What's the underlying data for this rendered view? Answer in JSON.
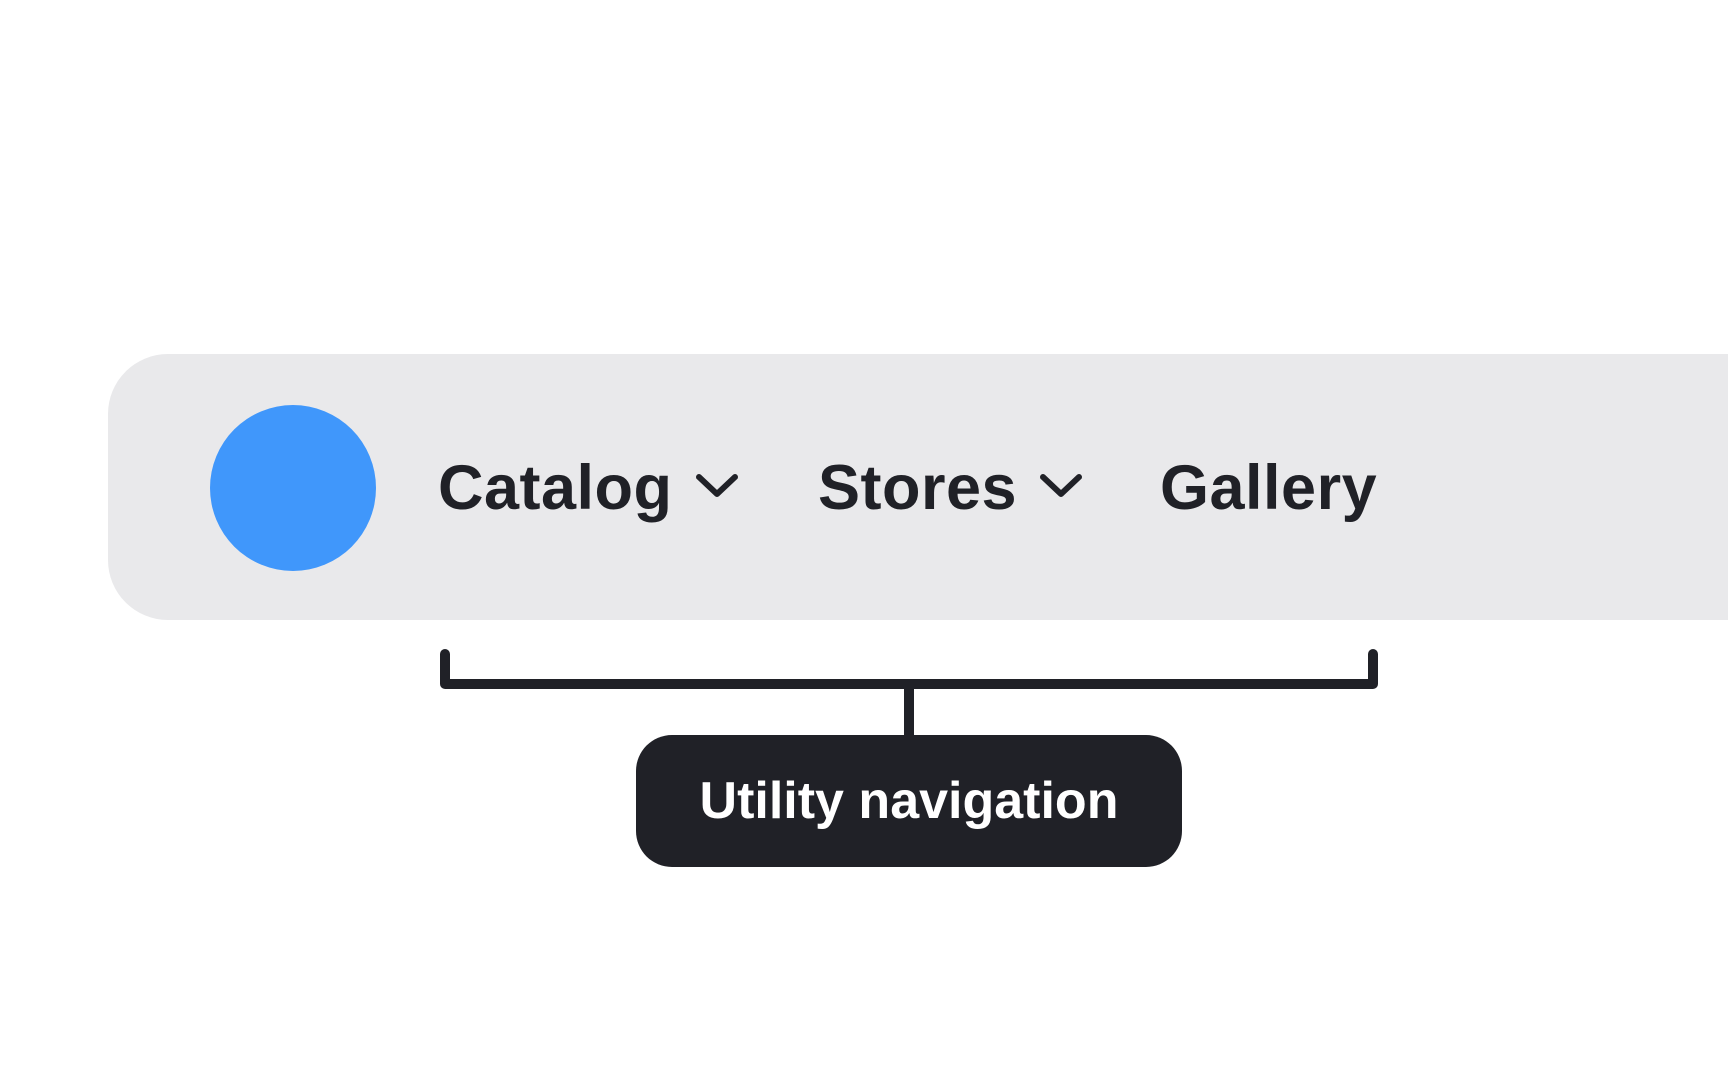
{
  "navigation": {
    "logo_color": "#4097fb",
    "background_color": "#e9e9eb",
    "items": [
      {
        "label": "Catalog",
        "has_dropdown": true,
        "icon": "chevron-down-icon"
      },
      {
        "label": "Stores",
        "has_dropdown": true,
        "icon": "chevron-down-icon"
      },
      {
        "label": "Gallery",
        "has_dropdown": false
      }
    ]
  },
  "annotation": {
    "label": "Utility navigation",
    "color": "#202127",
    "spans_items": [
      "Catalog",
      "Stores",
      "Gallery"
    ]
  }
}
